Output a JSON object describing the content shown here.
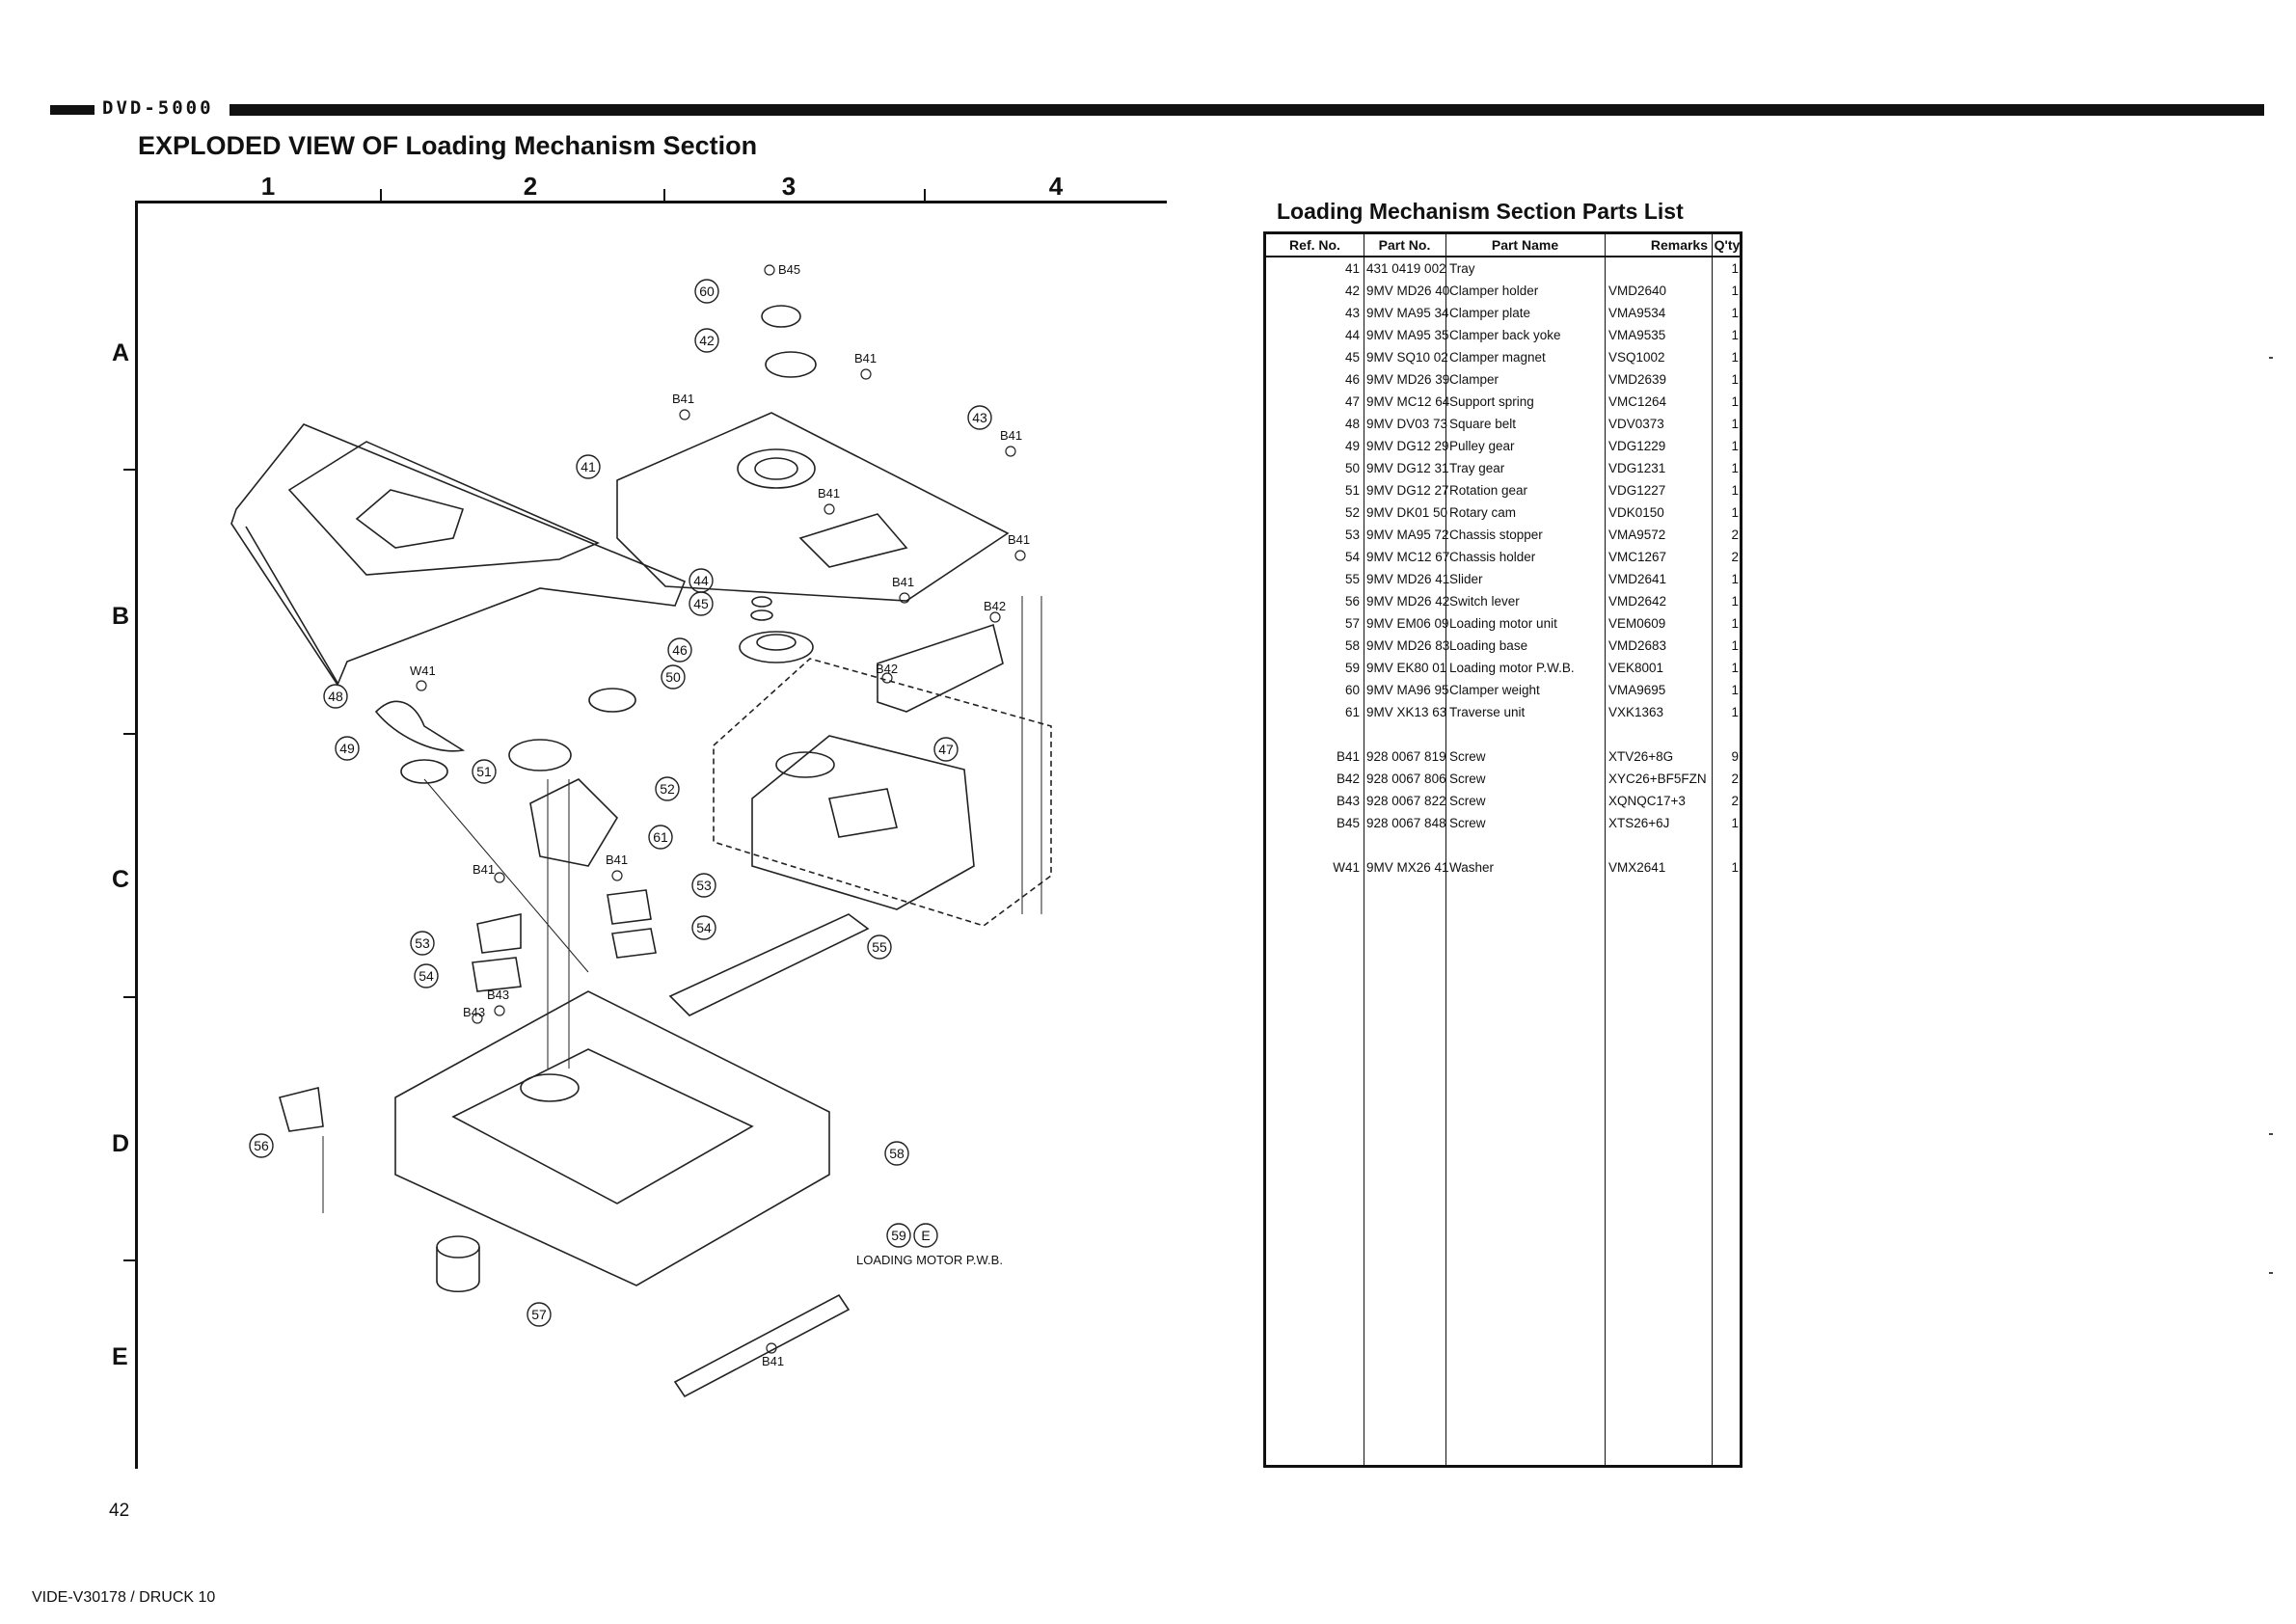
{
  "header": {
    "model": "DVD-5000"
  },
  "title": "EXPLODED VIEW OF Loading Mechanism Section",
  "grid": {
    "columns": [
      "1",
      "2",
      "3",
      "4"
    ],
    "rows": [
      "A",
      "B",
      "C",
      "D",
      "E"
    ]
  },
  "diagram": {
    "callouts": [
      "60",
      "42",
      "43",
      "41",
      "44",
      "45",
      "46",
      "50",
      "48",
      "49",
      "51",
      "52",
      "61",
      "47",
      "53",
      "54",
      "53",
      "54",
      "55",
      "56",
      "58",
      "57",
      "59"
    ],
    "screw_labels": [
      "B45",
      "B41",
      "B41",
      "B41",
      "B41",
      "B41",
      "B41",
      "B42",
      "B42",
      "B41",
      "B41",
      "B43",
      "B43",
      "B41",
      "W41"
    ],
    "board_label": "LOADING MOTOR P.W.B.",
    "board_mark": "E"
  },
  "parts_list": {
    "title": "Loading Mechanism Section Parts List",
    "headers": {
      "ref": "Ref. No.",
      "part_no": "Part No.",
      "name": "Part Name",
      "remarks": "Remarks",
      "qty": "Q'ty"
    },
    "rows": [
      {
        "ref": "41",
        "part_no": "431 0419 002",
        "name": "Tray",
        "remarks": "",
        "qty": "1"
      },
      {
        "ref": "42",
        "part_no": "9MV MD26 40",
        "name": "Clamper holder",
        "remarks": "VMD2640",
        "qty": "1"
      },
      {
        "ref": "43",
        "part_no": "9MV MA95 34",
        "name": "Clamper plate",
        "remarks": "VMA9534",
        "qty": "1"
      },
      {
        "ref": "44",
        "part_no": "9MV MA95 35",
        "name": "Clamper back yoke",
        "remarks": "VMA9535",
        "qty": "1"
      },
      {
        "ref": "45",
        "part_no": "9MV SQ10 02",
        "name": "Clamper magnet",
        "remarks": "VSQ1002",
        "qty": "1"
      },
      {
        "ref": "46",
        "part_no": "9MV MD26 39",
        "name": "Clamper",
        "remarks": "VMD2639",
        "qty": "1"
      },
      {
        "ref": "47",
        "part_no": "9MV MC12 64",
        "name": "Support spring",
        "remarks": "VMC1264",
        "qty": "1"
      },
      {
        "ref": "48",
        "part_no": "9MV DV03 73",
        "name": "Square belt",
        "remarks": "VDV0373",
        "qty": "1"
      },
      {
        "ref": "49",
        "part_no": "9MV DG12 29",
        "name": "Pulley gear",
        "remarks": "VDG1229",
        "qty": "1"
      },
      {
        "ref": "50",
        "part_no": "9MV DG12 31",
        "name": "Tray gear",
        "remarks": "VDG1231",
        "qty": "1"
      },
      {
        "ref": "51",
        "part_no": "9MV DG12 27",
        "name": "Rotation gear",
        "remarks": "VDG1227",
        "qty": "1"
      },
      {
        "ref": "52",
        "part_no": "9MV DK01 50",
        "name": "Rotary cam",
        "remarks": "VDK0150",
        "qty": "1"
      },
      {
        "ref": "53",
        "part_no": "9MV MA95 72",
        "name": "Chassis stopper",
        "remarks": "VMA9572",
        "qty": "2"
      },
      {
        "ref": "54",
        "part_no": "9MV MC12 67",
        "name": "Chassis holder",
        "remarks": "VMC1267",
        "qty": "2"
      },
      {
        "ref": "55",
        "part_no": "9MV MD26 41",
        "name": "Slider",
        "remarks": "VMD2641",
        "qty": "1"
      },
      {
        "ref": "56",
        "part_no": "9MV MD26 42",
        "name": "Switch lever",
        "remarks": "VMD2642",
        "qty": "1"
      },
      {
        "ref": "57",
        "part_no": "9MV EM06 09",
        "name": "Loading motor unit",
        "remarks": "VEM0609",
        "qty": "1"
      },
      {
        "ref": "58",
        "part_no": "9MV MD26 83",
        "name": "Loading base",
        "remarks": "VMD2683",
        "qty": "1"
      },
      {
        "ref": "59",
        "part_no": "9MV EK80 01",
        "name": "Loading motor P.W.B.",
        "remarks": "VEK8001",
        "qty": "1"
      },
      {
        "ref": "60",
        "part_no": "9MV MA96 95",
        "name": "Clamper weight",
        "remarks": "VMA9695",
        "qty": "1"
      },
      {
        "ref": "61",
        "part_no": "9MV XK13 63",
        "name": "Traverse unit",
        "remarks": "VXK1363",
        "qty": "1"
      },
      {
        "ref": "",
        "part_no": "",
        "name": "",
        "remarks": "",
        "qty": ""
      },
      {
        "ref": "B41",
        "part_no": "928 0067 819",
        "name": "Screw",
        "remarks": "XTV26+8G",
        "qty": "9"
      },
      {
        "ref": "B42",
        "part_no": "928 0067 806",
        "name": "Screw",
        "remarks": "XYC26+BF5FZN",
        "qty": "2"
      },
      {
        "ref": "B43",
        "part_no": "928 0067 822",
        "name": "Screw",
        "remarks": "XQNQC17+3",
        "qty": "2"
      },
      {
        "ref": "B45",
        "part_no": "928 0067 848",
        "name": "Screw",
        "remarks": "XTS26+6J",
        "qty": "1"
      },
      {
        "ref": "",
        "part_no": "",
        "name": "",
        "remarks": "",
        "qty": ""
      },
      {
        "ref": "W41",
        "part_no": "9MV MX26 41",
        "name": "Washer",
        "remarks": "VMX2641",
        "qty": "1"
      }
    ]
  },
  "footer": {
    "page_number": "42",
    "doc_code": "VIDE-V30178 / DRUCK 10"
  }
}
